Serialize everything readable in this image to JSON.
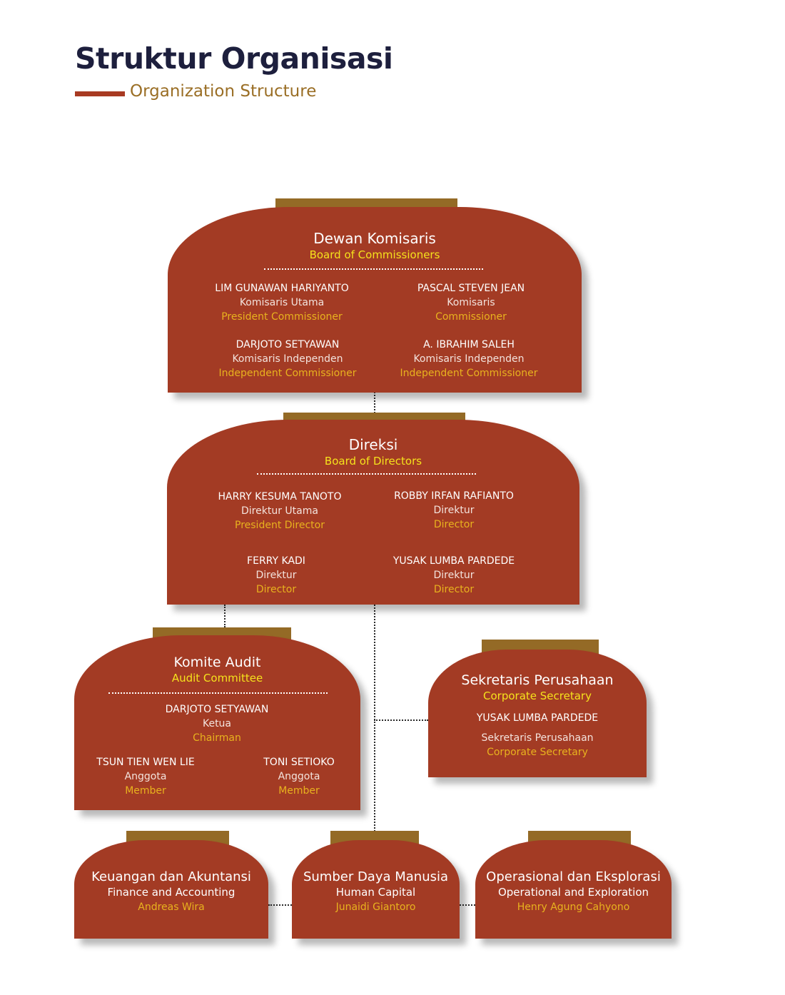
{
  "header": {
    "title": "Struktur Organisasi",
    "subtitle": "Organization Structure"
  },
  "board_of_commissioners": {
    "title": "Dewan Komisaris",
    "subtitle": "Board of Commissioners",
    "members": [
      {
        "name": "LIM GUNAWAN HARIYANTO",
        "role_id": "Komisaris Utama",
        "role_en": "President Commissioner"
      },
      {
        "name": "PASCAL STEVEN JEAN",
        "role_id": "Komisaris",
        "role_en": "Commissioner"
      },
      {
        "name": "DARJOTO SETYAWAN",
        "role_id": "Komisaris Independen",
        "role_en": "Independent Commissioner"
      },
      {
        "name": "A. IBRAHIM SALEH",
        "role_id": "Komisaris Independen",
        "role_en": "Independent Commissioner"
      }
    ]
  },
  "board_of_directors": {
    "title": "Direksi",
    "subtitle": "Board of Directors",
    "members": [
      {
        "name": "HARRY KESUMA TANOTO",
        "role_id": "Direktur Utama",
        "role_en": "President Director"
      },
      {
        "name": "ROBBY IRFAN RAFIANTO",
        "role_id": "Direktur",
        "role_en": "Director"
      },
      {
        "name": "FERRY KADI",
        "role_id": "Direktur",
        "role_en": "Director"
      },
      {
        "name": "YUSAK LUMBA PARDEDE",
        "role_id": "Direktur",
        "role_en": "Director"
      }
    ]
  },
  "audit_committee": {
    "title": "Komite Audit",
    "subtitle": "Audit Committee",
    "members": [
      {
        "name": "DARJOTO SETYAWAN",
        "role_id": "Ketua",
        "role_en": "Chairman"
      },
      {
        "name": "TSUN TIEN WEN LIE",
        "role_id": "Anggota",
        "role_en": "Member"
      },
      {
        "name": "TONI SETIOKO",
        "role_id": "Anggota",
        "role_en": "Member"
      }
    ]
  },
  "corporate_secretary": {
    "title": "Sekretaris Perusahaan",
    "subtitle": "Corporate Secretary",
    "name": "YUSAK LUMBA PARDEDE",
    "role_id": "Sekretaris Perusahaan",
    "role_en": "Corporate Secretary"
  },
  "units": [
    {
      "title": "Keuangan dan Akuntansi",
      "title_en": "Finance and Accounting",
      "person": "Andreas Wira"
    },
    {
      "title": "Sumber Daya Manusia",
      "title_en": "Human Capital",
      "person": "Junaidi Giantoro"
    },
    {
      "title": "Operasional dan Eksplorasi",
      "title_en": "Operational and Exploration",
      "person": "Henry Agung Cahyono"
    }
  ],
  "colors": {
    "box": "#a33b24",
    "tab": "#946a26",
    "title_navy": "#1d1f3d",
    "accent_yellow": "#f5e21c",
    "accent_gold": "#e8b21e"
  }
}
